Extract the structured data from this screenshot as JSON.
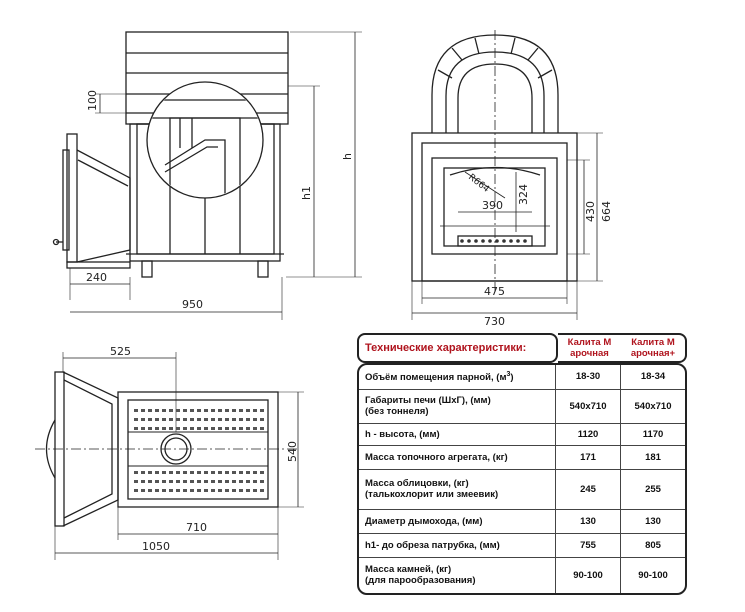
{
  "dimensions": {
    "side_view": {
      "d100": "100",
      "h1": "h1",
      "h": "h",
      "d240": "240",
      "d950": "950"
    },
    "front_view": {
      "r664": "R664",
      "d324": "324",
      "d390": "390",
      "d430": "430",
      "d664": "664",
      "d475": "475",
      "d730": "730"
    },
    "top_view": {
      "d525": "525",
      "d540": "540",
      "d710": "710",
      "d1050": "1050"
    }
  },
  "specs": {
    "title": "Технические характеристики:",
    "columns": [
      "Калита М\nарочная",
      "Калита М\nарочная+"
    ],
    "rows": [
      {
        "label": "Объём помещения парной, (м",
        "sup": "3",
        "suffix": ")",
        "values": [
          "18-30",
          "18-34"
        ]
      },
      {
        "label": "Габариты печи (ШхГ), (мм)\n(без тоннеля)",
        "values": [
          "540х710",
          "540х710"
        ]
      },
      {
        "label": "h - высота, (мм)",
        "values": [
          "1120",
          "1170"
        ]
      },
      {
        "label": "Масса топочного агрегата, (кг)",
        "values": [
          "171",
          "181"
        ]
      },
      {
        "label": "Масса облицовки, (кг)\n(талькохлорит или змеевик)",
        "values": [
          "245",
          "255"
        ]
      },
      {
        "label": "Диаметр дымохода, (мм)",
        "values": [
          "130",
          "130"
        ]
      },
      {
        "label": "h1- до обреза патрубка, (мм)",
        "values": [
          "755",
          "805"
        ]
      },
      {
        "label": "Масса камней, (кг)\n(для парообразования)",
        "values": [
          "90-100",
          "90-100"
        ]
      }
    ]
  },
  "colors": {
    "accent": "#b0141e",
    "line": "#222222"
  }
}
